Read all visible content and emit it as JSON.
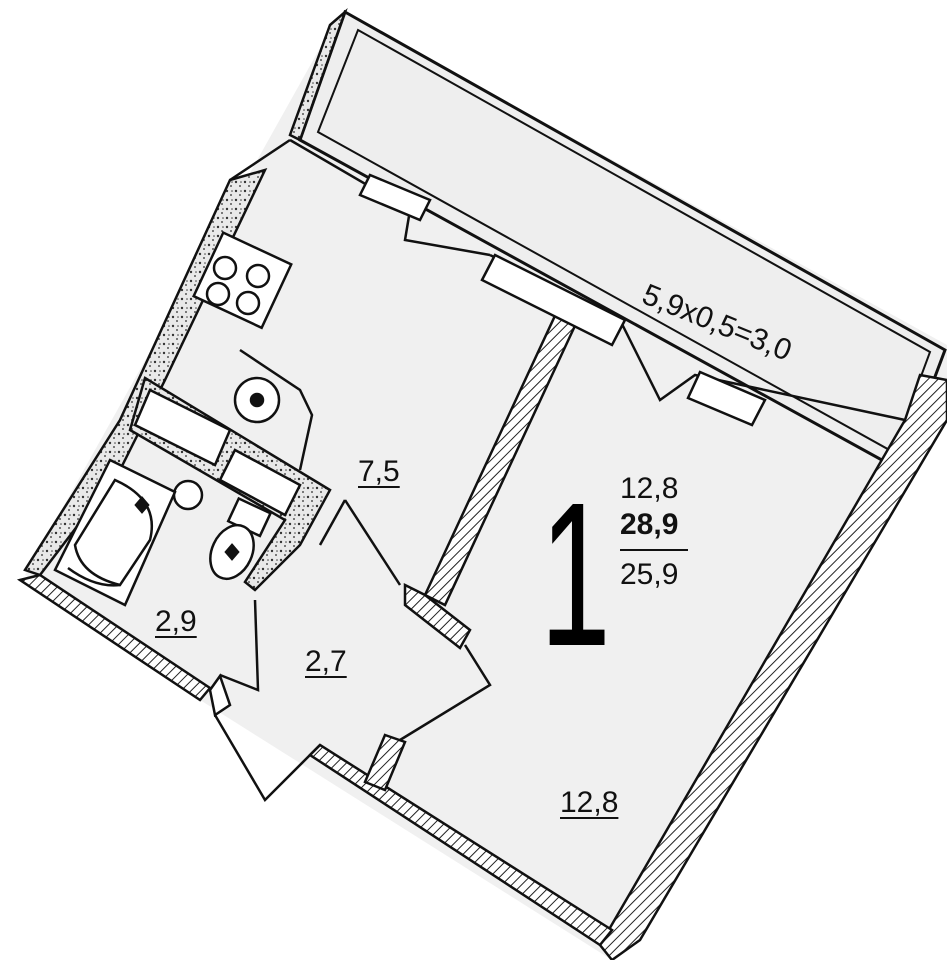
{
  "plan": {
    "rooms_count": "1",
    "living_area": "12,8",
    "total_area": "28,9",
    "area_without_balcony": "25,9",
    "balcony_formula": "5,9x0,5=3,0",
    "rooms": [
      {
        "id": "living-room",
        "area": "12,8"
      },
      {
        "id": "kitchen",
        "area": "7,5"
      },
      {
        "id": "hallway",
        "area": "2,7"
      },
      {
        "id": "bathroom",
        "area": "2,9"
      }
    ]
  }
}
